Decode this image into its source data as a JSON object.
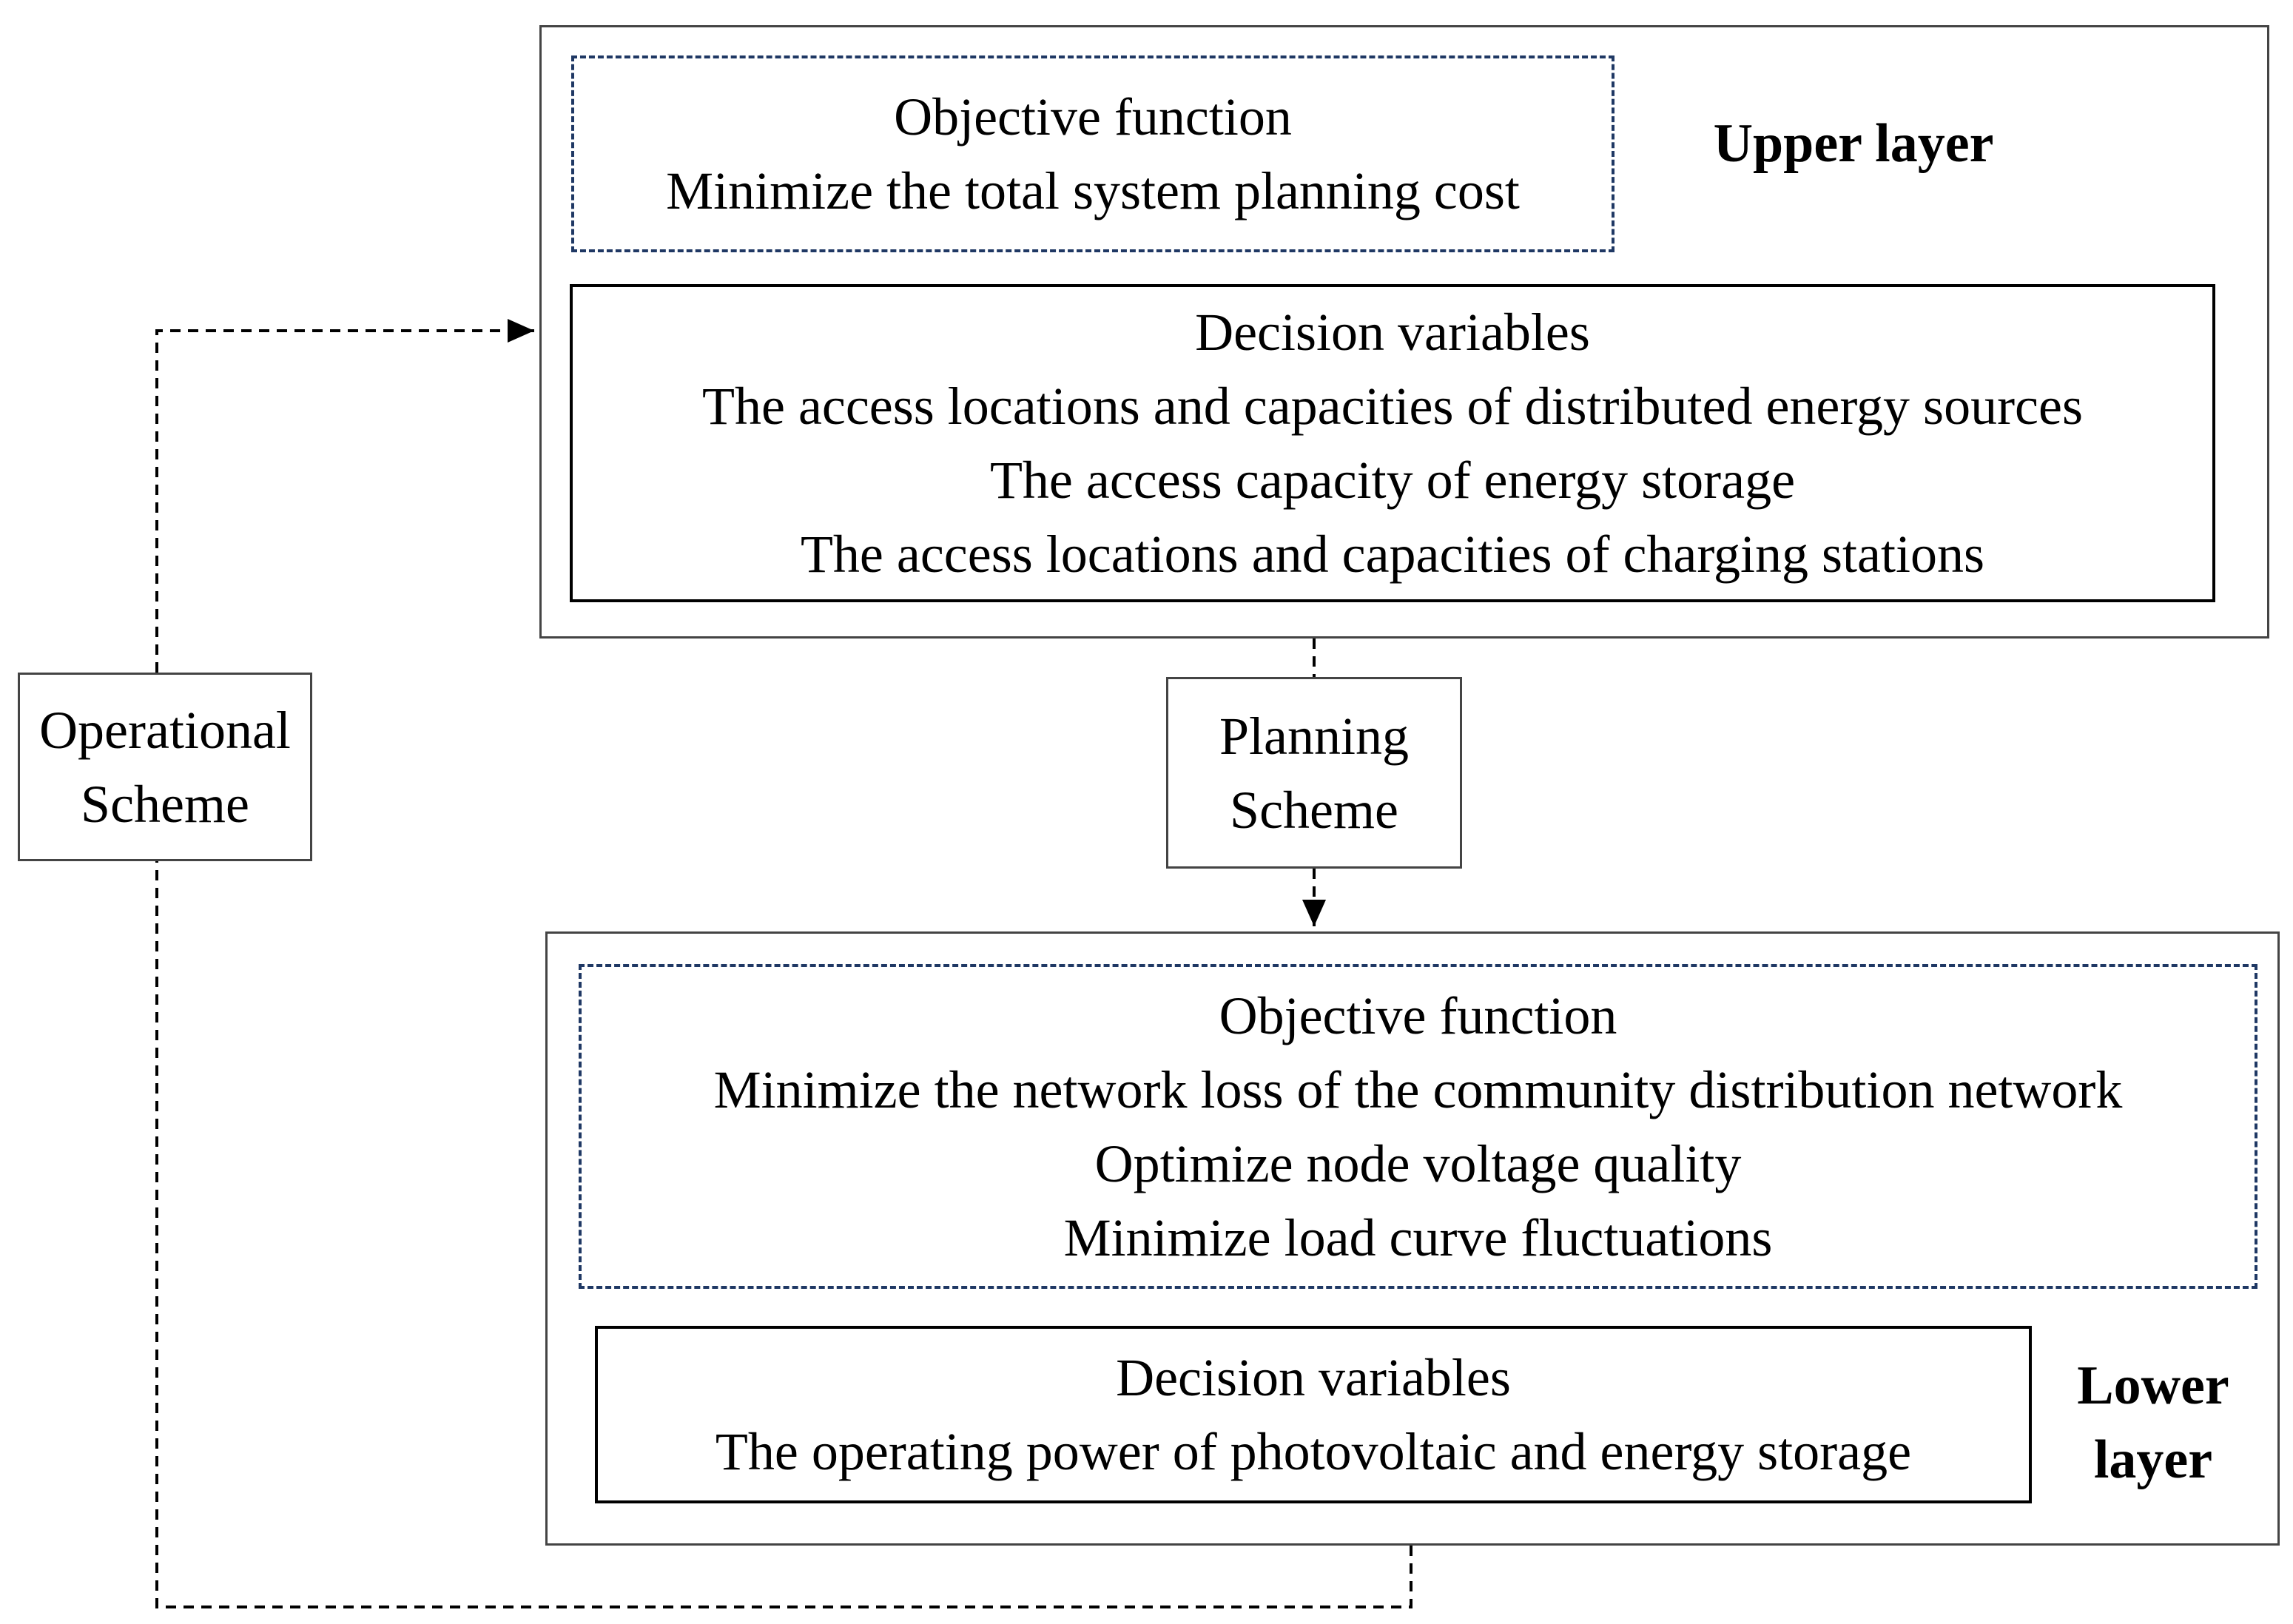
{
  "upper": {
    "label": "Upper layer",
    "objective": {
      "title": "Objective function",
      "lines": [
        "Minimize the total system planning cost"
      ]
    },
    "decision": {
      "title": "Decision variables",
      "lines": [
        "The access locations and capacities of distributed energy sources",
        "The access capacity of energy storage",
        "The access locations and capacities of charging stations"
      ]
    }
  },
  "lower": {
    "label_line1": "Lower",
    "label_line2": "layer",
    "objective": {
      "title": "Objective function",
      "lines": [
        "Minimize the network loss of the community distribution network",
        "Optimize node voltage quality",
        "Minimize load curve fluctuations"
      ]
    },
    "decision": {
      "title": "Decision variables",
      "lines": [
        "The operating power of photovoltaic and energy storage"
      ]
    }
  },
  "operational": {
    "line1": "Operational",
    "line2": "Scheme"
  },
  "planning": {
    "line1": "Planning",
    "line2": "Scheme"
  },
  "colors": {
    "dashed_border": "#1f3864",
    "connector": "#000000"
  }
}
